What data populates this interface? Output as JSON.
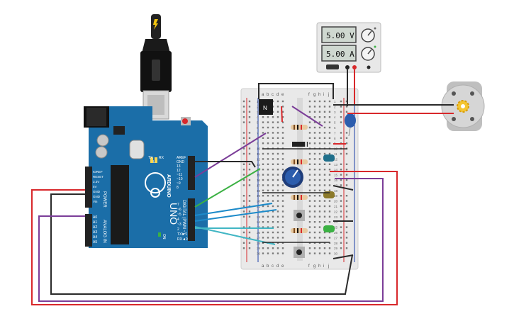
{
  "power_supply": {
    "voltage_display": "5.00 V",
    "current_display": "5.00 A"
  },
  "arduino": {
    "brand": "ARDUINO",
    "model": "UNO",
    "digital_label": "DIGITAL (PWM ~)",
    "power_label": "POWER",
    "analog_label": "ANALOG IN",
    "on_label": "ON",
    "tx_label": "TX",
    "rx_label": "RX",
    "l_label": "L",
    "top_pins": [
      "AREF",
      "GND",
      "13",
      "12",
      "~11",
      "~10",
      "~9",
      "8"
    ],
    "bottom_pins": [
      "7",
      "~6",
      "~5",
      "4",
      "~3",
      "2",
      "TX►1",
      "RX◄0"
    ],
    "power_pins": [
      "IOREF",
      "RESET",
      "3.3V",
      "5V",
      "GND",
      "GND",
      "Vin"
    ],
    "analog_pins": [
      "A0",
      "A1",
      "A2",
      "A3",
      "A4",
      "A5"
    ]
  },
  "breadboard": {
    "columns_left": [
      "a",
      "b",
      "c",
      "d",
      "e"
    ],
    "columns_right": [
      "f",
      "g",
      "h",
      "i",
      "j"
    ],
    "row_numbers": [
      "1",
      "2",
      "3",
      "4",
      "5",
      "6",
      "7",
      "8",
      "9",
      "10",
      "11",
      "12",
      "13",
      "14",
      "15",
      "16",
      "17",
      "18",
      "19",
      "20",
      "21",
      "22",
      "23",
      "24",
      "25",
      "26",
      "27",
      "28",
      "29",
      "30"
    ]
  },
  "transistor": {
    "label": "N"
  },
  "colors": {
    "arduino_board": "#1b6ea8",
    "breadboard": "#e9e9e9",
    "wire_red": "#d8282b",
    "wire_black": "#2a2a2a",
    "wire_purple": "#7b3d98",
    "wire_green": "#3bb143",
    "wire_blue": "#1c8ac9",
    "wire_cyan": "#41b6c4",
    "motor_body": "#d6d6d6",
    "motor_gear": "#f4c531"
  },
  "icons": [
    "usb-cable-icon",
    "motor-icon",
    "potentiometer-icon",
    "pushbutton-icon",
    "led-icon",
    "capacitor-icon"
  ]
}
